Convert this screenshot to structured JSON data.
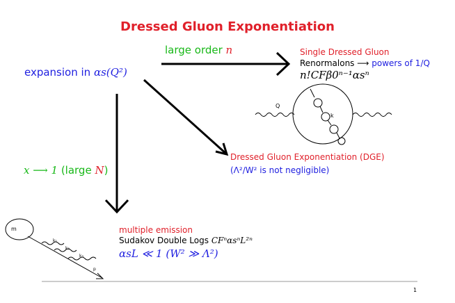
{
  "slide": {
    "title": "Dressed Gluon Exponentiation",
    "page_number": "1"
  },
  "labels": {
    "expansion": "expansion in ",
    "expansion_math": "αs(Q²)",
    "large_order": "large order ",
    "large_order_math": "n",
    "x_limit_math": "x ⟶ 1",
    "x_limit_text": " (large ",
    "x_limit_math2": "N",
    "x_limit_close": ")"
  },
  "single_dressed": {
    "heading": "Single Dressed Gluon",
    "renormalons": "Renormalons ⟶ ",
    "powers": "powers of 1/Q",
    "formula": "n!CFβ0ⁿ⁻¹αsⁿ"
  },
  "dge": {
    "heading": "Dressed Gluon Exponentiation (DGE)",
    "note": "(Λ²/W² is not negligible)"
  },
  "multiple": {
    "heading": "multiple emission",
    "sudakov": "Sudakov Double Logs ",
    "sudakov_math": "CFⁿαsⁿL²ⁿ",
    "condition": "αsL ≪ 1  (W² ≫ Λ²)"
  },
  "feynman_single": {
    "quark_label": "Q",
    "momentum_label": "k"
  },
  "feynman_multi": {
    "mass_label": "m",
    "k1_label": "k₁",
    "k2_label": "k₂",
    "k3_label": "k₃",
    "p_label": "p"
  }
}
